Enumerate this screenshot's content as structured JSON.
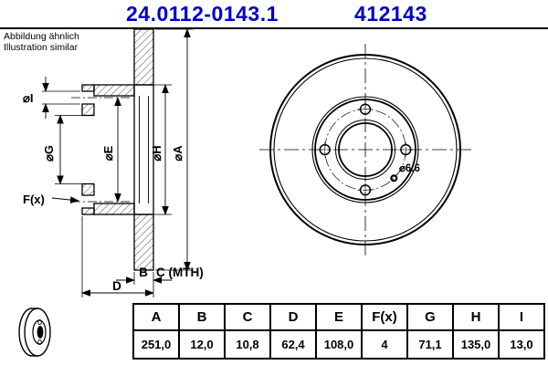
{
  "header": {
    "part_number": "24.0112-0143.1",
    "catalog_number": "412143",
    "accent_color": "#0000C8"
  },
  "note": {
    "line1": "Abbildung ähnlich",
    "line2": "Illustration similar"
  },
  "drawing": {
    "labels": {
      "dia_i": "⌀I",
      "dia_g": "⌀G",
      "dia_e": "⌀E",
      "dia_h": "⌀H",
      "dia_a": "⌀A",
      "f": "F(x)",
      "b": "B",
      "c_mth": "C (MTH)",
      "d": "D",
      "small_hole": "⌀6,6"
    }
  },
  "table": {
    "headers": [
      "A",
      "B",
      "C",
      "D",
      "E",
      "F(x)",
      "G",
      "H",
      "I"
    ],
    "values": [
      "251,0",
      "12,0",
      "10,8",
      "62,4",
      "108,0",
      "4",
      "71,1",
      "135,0",
      "13,0"
    ]
  }
}
